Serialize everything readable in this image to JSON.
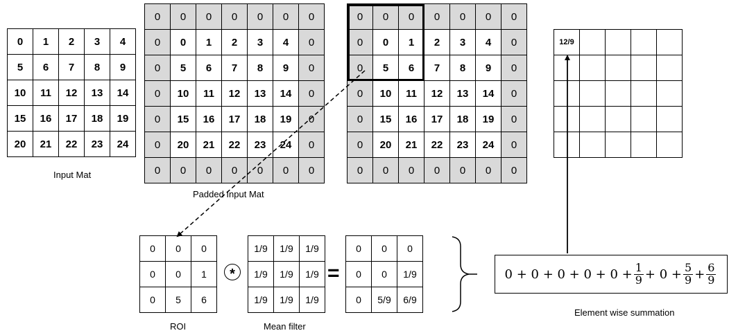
{
  "input_mat": {
    "label": "Input Mat",
    "rows": [
      [
        "0",
        "1",
        "2",
        "3",
        "4"
      ],
      [
        "5",
        "6",
        "7",
        "8",
        "9"
      ],
      [
        "10",
        "11",
        "12",
        "13",
        "14"
      ],
      [
        "15",
        "16",
        "17",
        "18",
        "19"
      ],
      [
        "20",
        "21",
        "22",
        "23",
        "24"
      ]
    ]
  },
  "padded_mat": {
    "label": "Padded Input Mat",
    "rows": [
      [
        "0",
        "0",
        "0",
        "0",
        "0",
        "0",
        "0"
      ],
      [
        "0",
        "0",
        "1",
        "2",
        "3",
        "4",
        "0"
      ],
      [
        "0",
        "5",
        "6",
        "7",
        "8",
        "9",
        "0"
      ],
      [
        "0",
        "10",
        "11",
        "12",
        "13",
        "14",
        "0"
      ],
      [
        "0",
        "15",
        "16",
        "17",
        "18",
        "19",
        "0"
      ],
      [
        "0",
        "20",
        "21",
        "22",
        "23",
        "24",
        "0"
      ],
      [
        "0",
        "0",
        "0",
        "0",
        "0",
        "0",
        "0"
      ]
    ]
  },
  "roi": {
    "label": "ROI",
    "rows": [
      [
        "0",
        "0",
        "0"
      ],
      [
        "0",
        "0",
        "1"
      ],
      [
        "0",
        "5",
        "6"
      ]
    ]
  },
  "mean_filter": {
    "label": "Mean filter",
    "rows": [
      [
        "1/9",
        "1/9",
        "1/9"
      ],
      [
        "1/9",
        "1/9",
        "1/9"
      ],
      [
        "1/9",
        "1/9",
        "1/9"
      ]
    ]
  },
  "product": {
    "rows": [
      [
        "0",
        "0",
        "0"
      ],
      [
        "0",
        "0",
        "1/9"
      ],
      [
        "0",
        "5/9",
        "6/9"
      ]
    ]
  },
  "operators": {
    "convolve": "*",
    "equals": "="
  },
  "summation": {
    "label": "Element wise summation",
    "terms_plain": [
      "0",
      "0",
      "0",
      "0",
      "0"
    ],
    "frac1": {
      "num": "1",
      "den": "9"
    },
    "mid_term": "0",
    "frac2": {
      "num": "5",
      "den": "9"
    },
    "frac3": {
      "num": "6",
      "den": "9"
    }
  },
  "output_mat": {
    "first_value": "12/9"
  },
  "colors": {
    "padding": "#d9d9d9",
    "line": "#000000"
  }
}
